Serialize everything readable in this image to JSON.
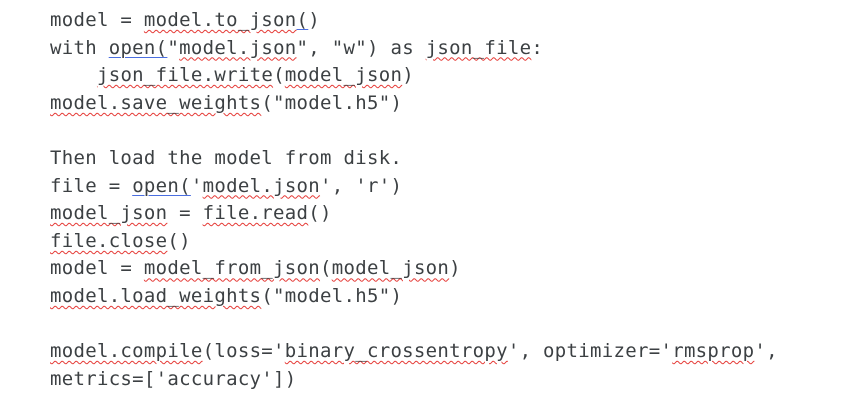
{
  "lines": [
    [
      {
        "t": "model = ",
        "s": "plain"
      },
      {
        "t": "model.to_json",
        "s": "spell"
      },
      {
        "t": "(",
        "s": "link"
      },
      {
        "t": ")",
        "s": "plain"
      }
    ],
    [
      {
        "t": "with ",
        "s": "plain"
      },
      {
        "t": "open(",
        "s": "link"
      },
      {
        "t": "\"",
        "s": "plain"
      },
      {
        "t": "model.json",
        "s": "spell"
      },
      {
        "t": "\", \"w\") as ",
        "s": "plain"
      },
      {
        "t": "json_file",
        "s": "spell"
      },
      {
        "t": ":",
        "s": "plain"
      }
    ],
    [
      {
        "t": "    ",
        "s": "plain"
      },
      {
        "t": "json_file.write",
        "s": "spell"
      },
      {
        "t": "(",
        "s": "plain"
      },
      {
        "t": "model_json",
        "s": "spell"
      },
      {
        "t": ")",
        "s": "plain"
      }
    ],
    [
      {
        "t": "model.save_weights",
        "s": "spell"
      },
      {
        "t": "(\"model.h5\")",
        "s": "plain"
      }
    ],
    [],
    [
      {
        "t": "Then load the model from disk.",
        "s": "plain"
      }
    ],
    [
      {
        "t": "file = ",
        "s": "plain"
      },
      {
        "t": "open(",
        "s": "link"
      },
      {
        "t": "'",
        "s": "plain"
      },
      {
        "t": "model.json",
        "s": "spell"
      },
      {
        "t": "', 'r')",
        "s": "plain"
      }
    ],
    [
      {
        "t": "model_json",
        "s": "spell"
      },
      {
        "t": " = ",
        "s": "plain"
      },
      {
        "t": "file.read",
        "s": "spell"
      },
      {
        "t": "()",
        "s": "plain"
      }
    ],
    [
      {
        "t": "file.close",
        "s": "spell"
      },
      {
        "t": "()",
        "s": "plain"
      }
    ],
    [
      {
        "t": "model = ",
        "s": "plain"
      },
      {
        "t": "model_from_json",
        "s": "spell"
      },
      {
        "t": "(",
        "s": "plain"
      },
      {
        "t": "model_json",
        "s": "spell"
      },
      {
        "t": ")",
        "s": "plain"
      }
    ],
    [
      {
        "t": "model.load_weights",
        "s": "spell"
      },
      {
        "t": "(\"model.h5\")",
        "s": "plain"
      }
    ],
    [],
    [
      {
        "t": "model.compile",
        "s": "spell"
      },
      {
        "t": "(loss='",
        "s": "plain"
      },
      {
        "t": "binary_crossentropy",
        "s": "spell"
      },
      {
        "t": "', optimizer='",
        "s": "plain"
      },
      {
        "t": "rmsprop",
        "s": "spell"
      },
      {
        "t": "',",
        "s": "plain"
      }
    ],
    [
      {
        "t": "metrics=['accuracy'])",
        "s": "plain"
      }
    ]
  ],
  "colors": {
    "text": "#3c4043",
    "spellcheck_underline": "#e53935",
    "link_underline": "#4a6ee0",
    "background": "#ffffff"
  }
}
